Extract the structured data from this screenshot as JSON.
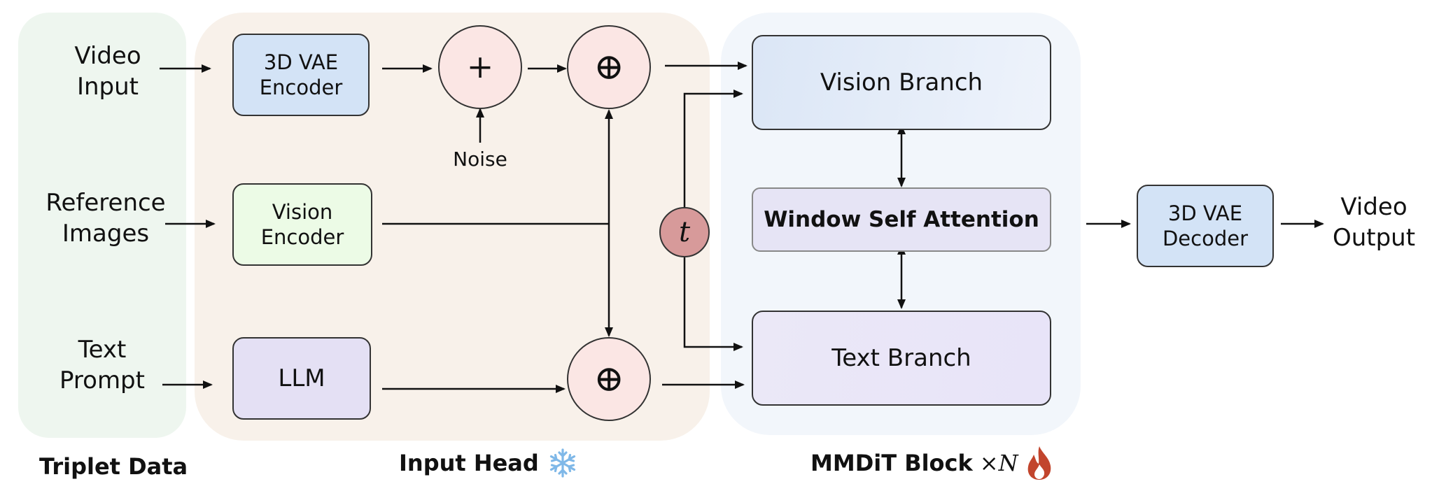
{
  "groups": {
    "triplet": "Triplet Data",
    "input_head": "Input Head",
    "mmdit": "MMDiT Block",
    "mmdit_suffix": "×N"
  },
  "inputs": {
    "video": [
      "Video",
      "Input"
    ],
    "reference": [
      "Reference",
      "Images"
    ],
    "text": [
      "Text",
      "Prompt"
    ]
  },
  "input_head": {
    "vae_encoder": [
      "3D VAE",
      "Encoder"
    ],
    "vision_encoder": [
      "Vision",
      "Encoder"
    ],
    "llm": "LLM",
    "plus": "+",
    "oplus": "⊕",
    "noise": "Noise"
  },
  "mmdit": {
    "vision_branch": "Vision Branch",
    "window_attention": "Window Self Attention",
    "text_branch": "Text Branch",
    "timestep": "t"
  },
  "output": {
    "vae_decoder": [
      "3D VAE",
      "Decoder"
    ],
    "video_output": [
      "Video",
      "Output"
    ]
  },
  "colors": {
    "triplet_bg": "#eef6ef",
    "input_head_bg": "#f8f1ea",
    "mmdit_bg": "#f2f6fb",
    "vae_box": "#d3e3f6",
    "vision_encoder_box": "#ecfbe6",
    "llm_box": "#e4e0f4",
    "op_circle": "#fbe6e4",
    "t_circle": "#d79a9a",
    "snowflake": "#7fb8e8",
    "fire": "#c2452d"
  },
  "icons": {
    "snowflake": "snowflake-icon",
    "fire": "fire-icon"
  }
}
